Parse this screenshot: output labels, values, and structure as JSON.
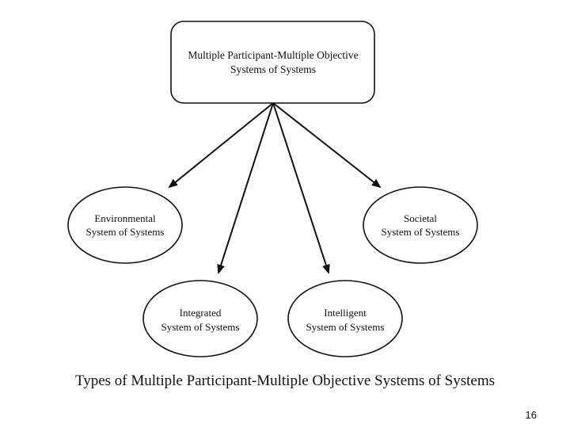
{
  "diagram": {
    "root": {
      "line1": "Multiple Participant-Multiple Objective",
      "line2": "Systems of Systems"
    },
    "children": [
      {
        "line1": "Environmental",
        "line2": "System of Systems"
      },
      {
        "line1": "Integrated",
        "line2": "System of Systems"
      },
      {
        "line1": "Intelligent",
        "line2": "System of Systems"
      },
      {
        "line1": "Societal",
        "line2": "System of Systems"
      }
    ]
  },
  "caption": "Types of Multiple Participant-Multiple Objective Systems of Systems",
  "page_number": "16"
}
